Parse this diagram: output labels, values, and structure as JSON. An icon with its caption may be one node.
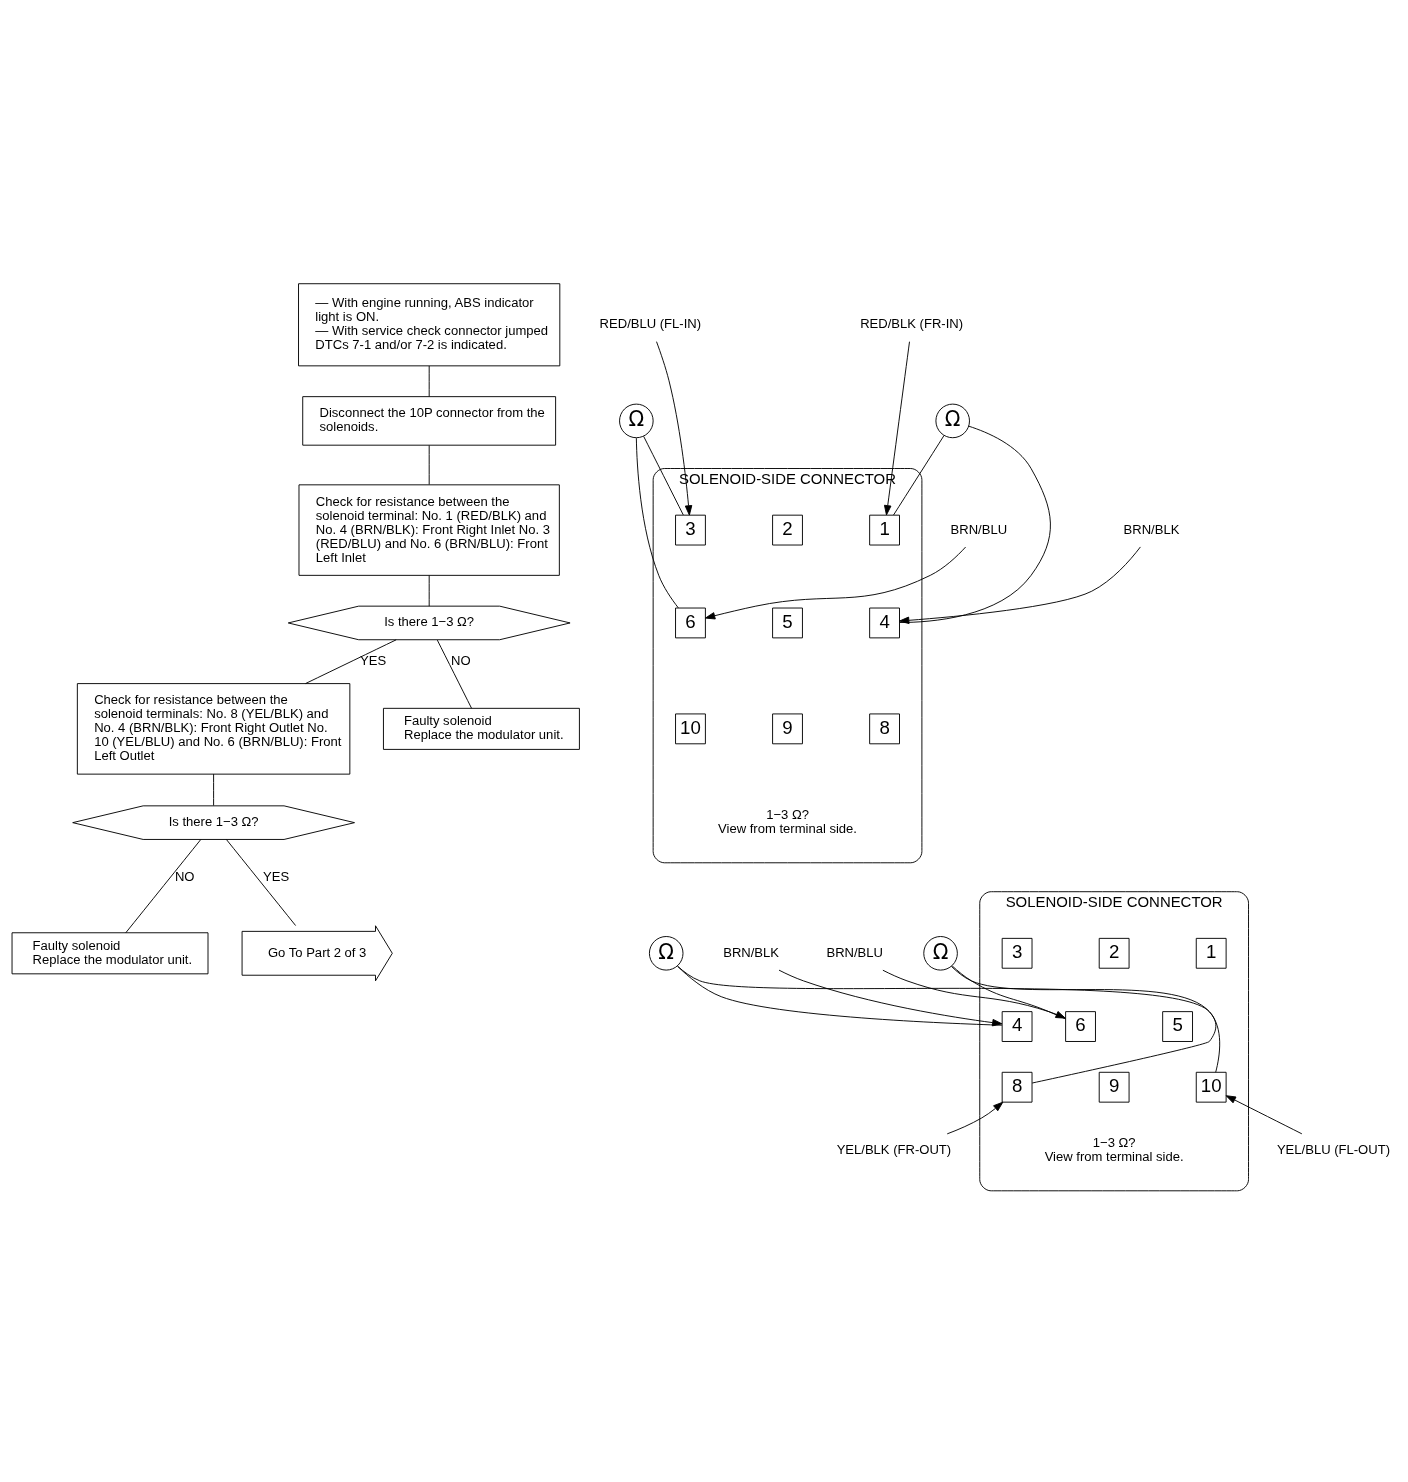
{
  "diagram": {
    "nodes": [
      {
        "text": [
          "— With engine running, ABS indicator light is ON.",
          "— With service check connector jumped DTCs 7-1 and/or 7-2 is indicated."
        ]
      },
      {
        "text": [
          "Disconnect the 10P connector from the solenoids."
        ]
      },
      {
        "text": [
          "Check for resistance between the solenoid terminal: No. 1 (RED/BLK) and No. 4 (BRN/BLK): Front Right Inlet No. 3 (RED/BLU) and No. 6 (BRN/BLU): Front Left Inlet"
        ]
      },
      {
        "text": [
          "Is there 1−3 Ω?"
        ]
      },
      {
        "text": [
          "Faulty solenoid",
          "Replace the modulator unit."
        ]
      },
      {
        "text": [
          "Check for resistance between the solenoid terminals: No. 8 (YEL/BLK) and No. 4 (BRN/BLK): Front Right Outlet No. 10 (YEL/BLU) and No. 6 (BRN/BLU): Front Left Outlet"
        ]
      },
      {
        "text": [
          "Is there 1−3 Ω?"
        ]
      },
      {
        "text": [
          "Faulty solenoid",
          "Replace the modulator unit."
        ]
      },
      {
        "text": [
          "Go To Part 2 of 3"
        ]
      },
      {
        "text": [
          "SOLENOID-SIDE CONNECTOR"
        ],
        "beside": [
          "1−3 Ω?",
          "View from terminal side."
        ]
      },
      {
        "text": [
          "3"
        ],
        "in": 9
      },
      {
        "text": [
          "2"
        ],
        "in": 9
      },
      {
        "text": [
          "1"
        ],
        "in": 9
      },
      {
        "text": [
          "6"
        ],
        "in": 9
      },
      {
        "text": [
          "5"
        ],
        "in": 9
      },
      {
        "text": [
          "4"
        ],
        "in": 9
      },
      {
        "text": [
          "10"
        ],
        "in": 9
      },
      {
        "text": [
          "9"
        ],
        "in": 9
      },
      {
        "text": [
          "8"
        ],
        "in": 9
      },
      {
        "text": [
          "Ω"
        ]
      },
      {
        "text": [
          "Ω"
        ]
      },
      {
        "text": [
          "RED/BLU (FL-IN)"
        ]
      },
      {
        "text": [
          "RED/BLK (FR-IN)"
        ]
      },
      {
        "text": [
          "BRN/BLU"
        ]
      },
      {
        "text": [
          "BRN/BLK"
        ]
      },
      {
        "text": [
          "SOLENOID-SIDE CONNECTOR"
        ],
        "beside": [
          "1−3 Ω?",
          "View from terminal side."
        ]
      },
      {
        "text": [
          "3"
        ],
        "in": 25
      },
      {
        "text": [
          "2"
        ],
        "in": 25
      },
      {
        "text": [
          "1"
        ],
        "in": 25
      },
      {
        "text": [
          "6"
        ],
        "in": 25
      },
      {
        "text": [
          "5"
        ],
        "in": 25
      },
      {
        "text": [
          "4"
        ],
        "in": 25
      },
      {
        "text": [
          "10"
        ],
        "in": 25
      },
      {
        "text": [
          "9"
        ],
        "in": 25
      },
      {
        "text": [
          "8"
        ],
        "in": 25
      },
      {
        "text": [
          "Ω"
        ]
      },
      {
        "text": [
          "Ω"
        ]
      },
      {
        "text": [
          "BRN/BLU"
        ]
      },
      {
        "text": [
          "BRN/BLK"
        ]
      },
      {
        "text": [
          "YEL/BLU (FL-OUT)"
        ]
      },
      {
        "text": [
          "YEL/BLK (FR-OUT)"
        ]
      }
    ],
    "edges": [
      {
        "from": 0,
        "to": 1,
        "arrow": "none"
      },
      {
        "from": 1,
        "to": 2,
        "arrow": "none"
      },
      {
        "from": 2,
        "to": 3,
        "arrow": "none"
      },
      {
        "from": 3,
        "to": 4,
        "arrow": "none",
        "label": "NO"
      },
      {
        "from": 3,
        "to": 5,
        "arrow": "none",
        "label": "YES"
      },
      {
        "from": 5,
        "to": 6,
        "arrow": "none"
      },
      {
        "from": 6,
        "to": 7,
        "arrow": "none",
        "label": "NO"
      },
      {
        "from": 6,
        "to": 8,
        "arrow": "none",
        "label": "YES"
      },
      {
        "from": 21,
        "to": 10,
        "arrow": "to"
      },
      {
        "from": 22,
        "to": 12,
        "arrow": "to"
      },
      {
        "from": 23,
        "to": 13,
        "arrow": "to"
      },
      {
        "from": 24,
        "to": 15,
        "arrow": "to"
      },
      {
        "from": 19,
        "to": 10,
        "arrow": "none"
      },
      {
        "from": 19,
        "to": 13,
        "arrow": "none"
      },
      {
        "from": 20,
        "to": 12,
        "arrow": "none"
      },
      {
        "from": 20,
        "to": 15,
        "arrow": "none"
      },
      {
        "from": 37,
        "to": 29,
        "arrow": "to"
      },
      {
        "from": 38,
        "to": 31,
        "arrow": "to"
      },
      {
        "from": 39,
        "to": 32,
        "arrow": "to"
      },
      {
        "from": 40,
        "to": 34,
        "arrow": "to"
      },
      {
        "from": 35,
        "to": 29,
        "arrow": "none"
      },
      {
        "from": 35,
        "to": 32,
        "arrow": "none"
      },
      {
        "from": 36,
        "to": 31,
        "arrow": "none"
      },
      {
        "from": 36,
        "to": 34,
        "arrow": "none"
      }
    ]
  }
}
